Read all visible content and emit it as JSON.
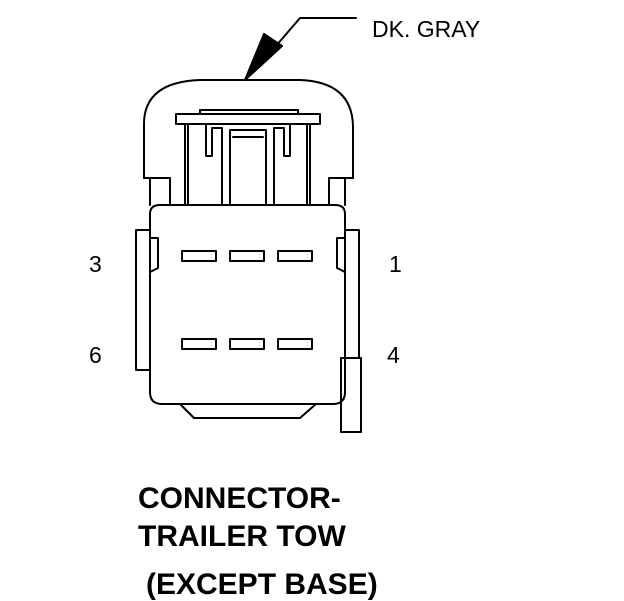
{
  "wire_color_label": "DK. GRAY",
  "pins": {
    "top_left": "3",
    "top_right": "1",
    "bottom_left": "6",
    "bottom_right": "4"
  },
  "title": {
    "line1": "CONNECTOR-",
    "line2": "TRAILER TOW",
    "line3": "(EXCEPT BASE)"
  },
  "colors": {
    "line": "#000000",
    "background": "#ffffff"
  }
}
